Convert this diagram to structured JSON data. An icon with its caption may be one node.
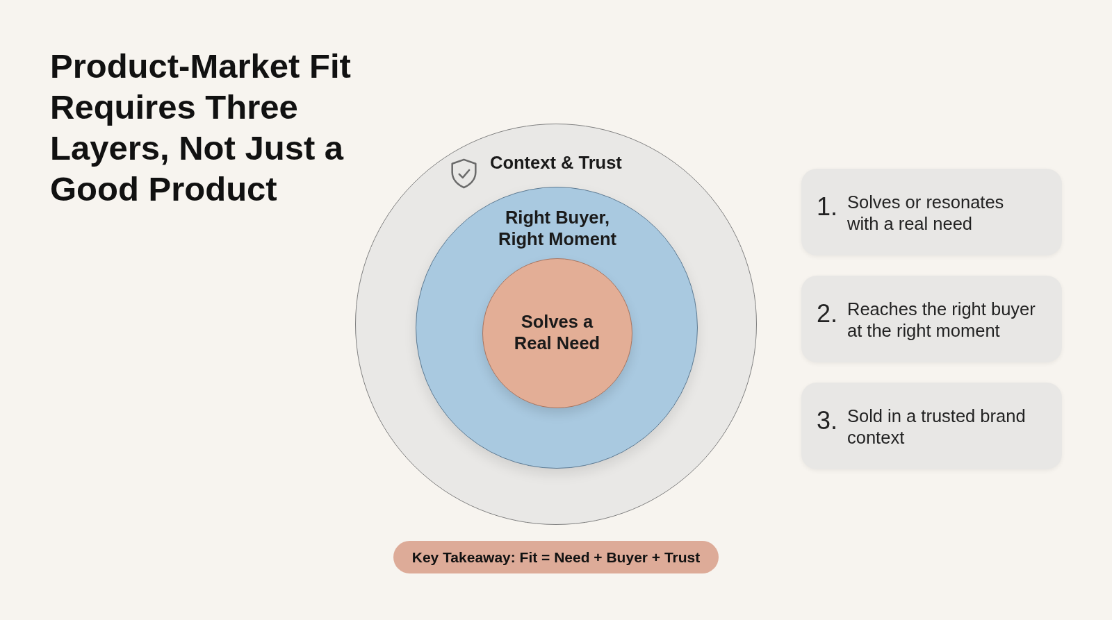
{
  "diagram": {
    "title": "Product-Market Fit Requires Three Layers, Not Just a Good Product",
    "nodes": [
      {
        "text": [
          "Context & Trust"
        ]
      },
      {
        "text": [
          "Right Buyer, Right Moment"
        ],
        "in": 0
      },
      {
        "text": [
          "Solves a Real Need"
        ],
        "in": 1
      },
      {
        "text": [
          "1.",
          "Solves or resonates with a real need"
        ]
      },
      {
        "text": [
          "2.",
          "Reaches the right buyer at the right moment"
        ]
      },
      {
        "text": [
          "3.",
          "Sold in a trusted brand context"
        ]
      },
      {
        "text": [
          "Key Takeaway: Fit = Need + Buyer + Trust"
        ]
      }
    ]
  }
}
